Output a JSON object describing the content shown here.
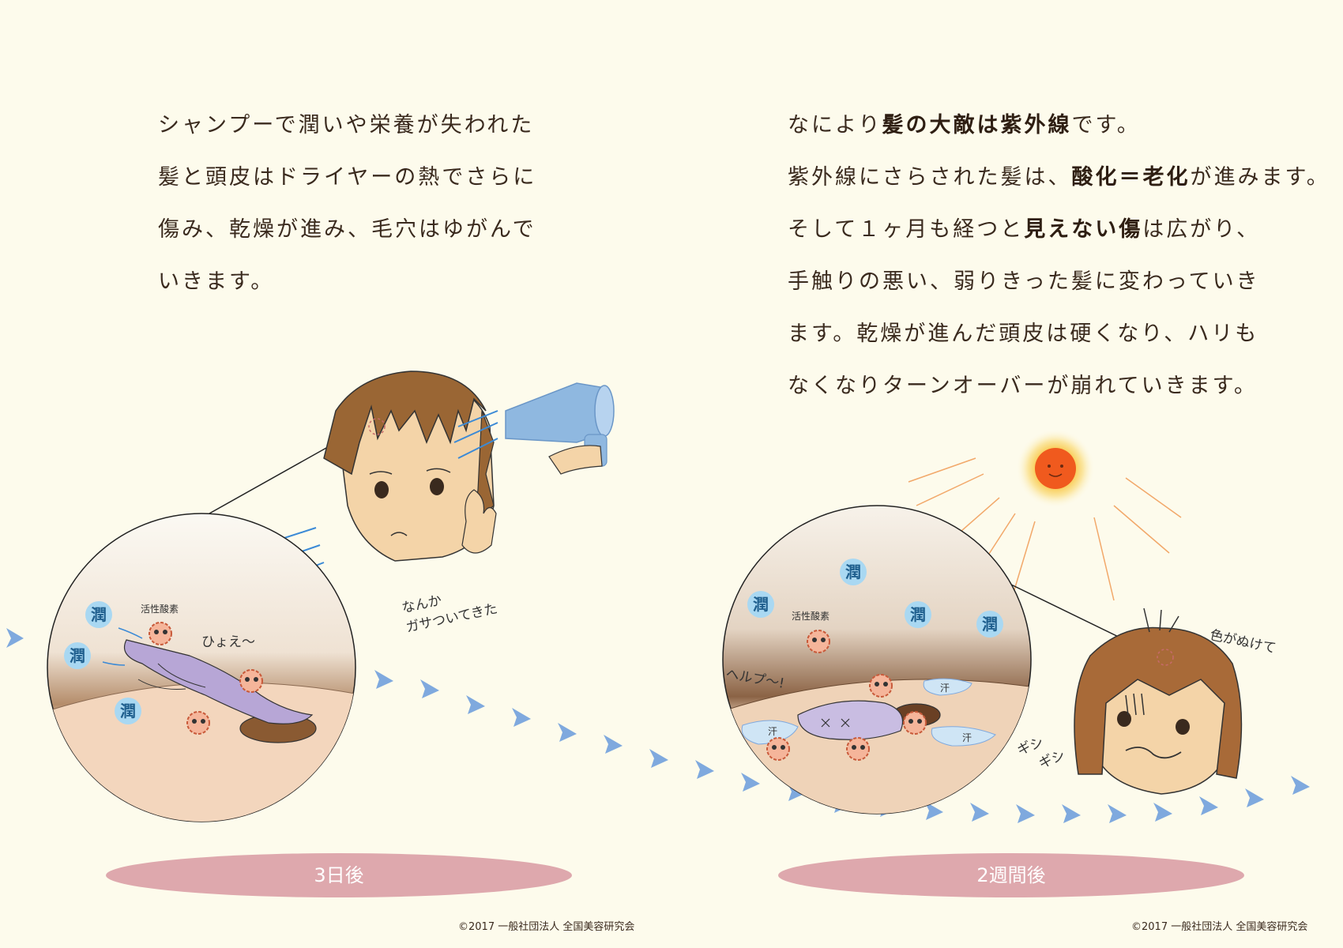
{
  "left_paragraph": {
    "line1": "シャンプーで潤いや栄養が失われた",
    "line2": "髪と頭皮はドライヤーの熱でさらに",
    "line3": "傷み、乾燥が進み、毛穴はゆがんで",
    "line4": "いきます。"
  },
  "right_paragraph": {
    "line1_a": "なにより",
    "line1_b": "髪の大敵は紫外線",
    "line1_c": "です。",
    "line2_a": "紫外線にさらされた髪は、",
    "line2_b": "酸化＝老化",
    "line2_c": "が進みます。",
    "line3_a": "そして１ヶ月も経つと",
    "line3_b": "見えない傷",
    "line3_c": "は広がり、",
    "line4": "手触りの悪い、弱りきった髪に変わっていき",
    "line5": "ます。乾燥が進んだ頭皮は硬くなり、ハリも",
    "line6": "なくなりターンオーバーが崩れていきます。"
  },
  "left_illustration": {
    "speech_line1": "なんか",
    "speech_line2": "ガサついてきた",
    "sound": "ひょえ〜",
    "active_oxygen": "活性酸素",
    "moisture_label": "潤"
  },
  "right_illustration": {
    "help": "ヘルプ〜!",
    "active_oxygen": "活性酸素",
    "moisture_label": "潤",
    "color_fade": "色がぬけて",
    "creak1": "ギシ",
    "creak2": "ギシ",
    "sweat": "汗"
  },
  "labels": {
    "three_days": "3日後",
    "two_weeks": "2週間後"
  },
  "copyright": "©2017 一般社団法人 全国美容研究会",
  "colors": {
    "background": "#fdfbec",
    "ellipse": "#dea8ad",
    "arrow": "#7fa9de",
    "moisture_bubble": "#a9d8f2",
    "sun": "#f05a1e"
  }
}
